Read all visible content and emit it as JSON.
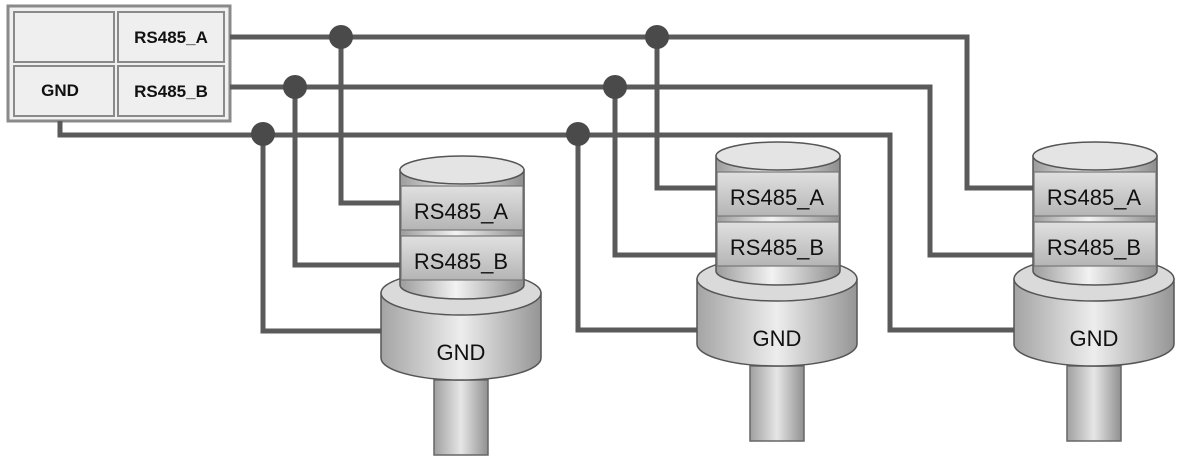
{
  "controller": {
    "top_left_label": "",
    "rs485_a_label": "RS485_A",
    "gnd_label": "GND",
    "rs485_b_label": "RS485_B"
  },
  "devices": [
    {
      "rs485_a_label": "RS485_A",
      "rs485_b_label": "RS485_B",
      "gnd_label": "GND"
    },
    {
      "rs485_a_label": "RS485_A",
      "rs485_b_label": "RS485_B",
      "gnd_label": "GND"
    },
    {
      "rs485_a_label": "RS485_A",
      "rs485_b_label": "RS485_B",
      "gnd_label": "GND"
    }
  ],
  "colors": {
    "wire": "#5a5a5a",
    "junction": "#4a4a4a",
    "controller_border": "#8a8a8a",
    "controller_fill": "#efefef",
    "device_light": "#f4f4f4",
    "device_dark": "#a8a8a8"
  }
}
